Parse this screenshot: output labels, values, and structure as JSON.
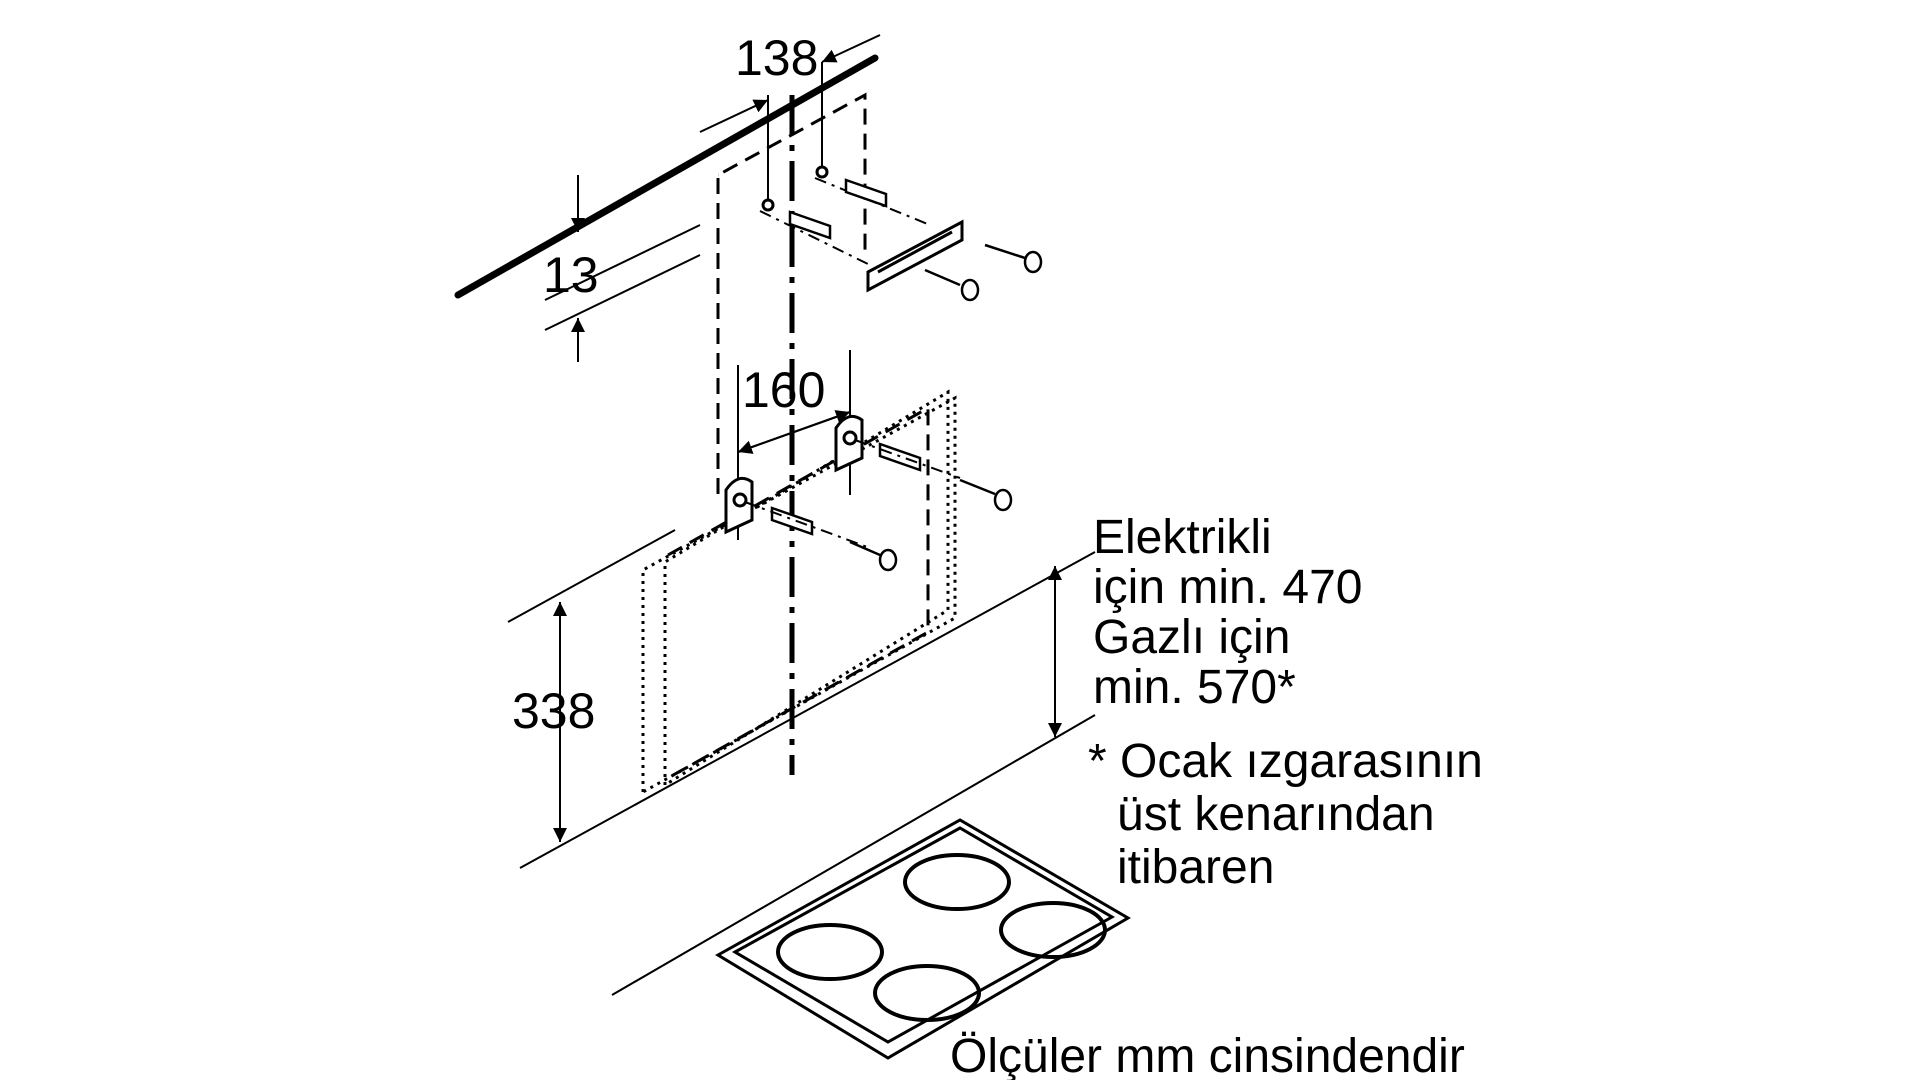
{
  "dimensions": {
    "bracket_spacing_top": "138",
    "ceiling_offset": "13",
    "bracket_spacing_bottom": "160",
    "chimney_height": "338"
  },
  "min_height_note": {
    "line1": "Elektrikli",
    "line2": "için min. 470",
    "line3": "Gazlı için",
    "line4": "min. 570*"
  },
  "footnote": {
    "line1": "* Ocak ızgarasının",
    "line2": "üst kenarından",
    "line3": "itibaren"
  },
  "units_caption": "Ölçüler mm cinsindendir"
}
